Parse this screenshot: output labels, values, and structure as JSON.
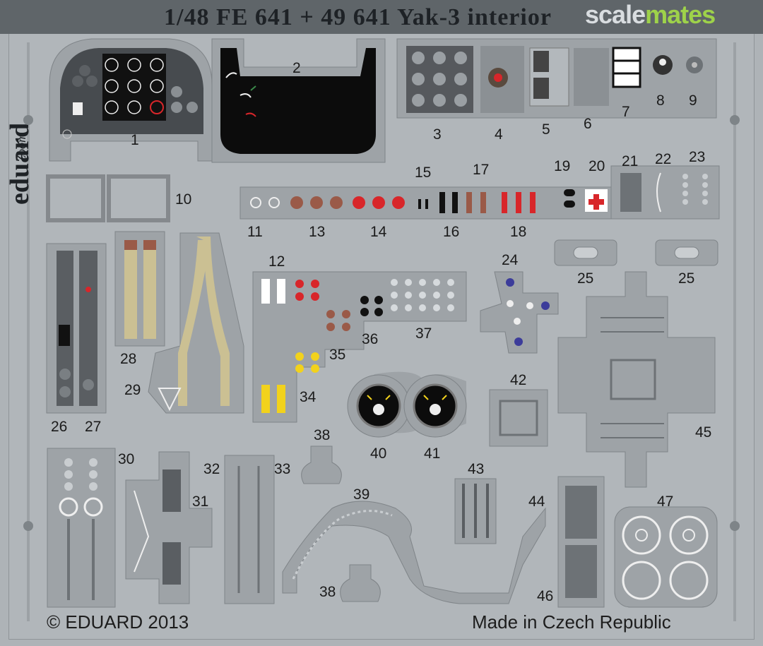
{
  "header": {
    "title": "1/48     FE 641  +  49 641   Yak-3 interior",
    "logo_part1": "scale",
    "logo_part2": "mates"
  },
  "brand": {
    "side_text": "eduard",
    "zoom_text": "Zoom"
  },
  "footer": {
    "copyright": "© EDUARD 2013",
    "made_in": "Made in Czech Republic"
  },
  "part_numbers": [
    "1",
    "2",
    "3",
    "4",
    "5",
    "6",
    "7",
    "8",
    "9",
    "10",
    "11",
    "12",
    "13",
    "14",
    "15",
    "16",
    "17",
    "18",
    "19",
    "20",
    "21",
    "22",
    "23",
    "24",
    "25",
    "25",
    "26",
    "27",
    "28",
    "29",
    "30",
    "31",
    "32",
    "33",
    "34",
    "35",
    "36",
    "37",
    "38",
    "38",
    "39",
    "40",
    "41",
    "42",
    "43",
    "44",
    "45",
    "46",
    "47"
  ],
  "colors": {
    "fret": "#aeb3b7",
    "part": "#9ea3a7",
    "panel_dark": "#45494d",
    "black": "#0f0f0f",
    "red": "#d8262a",
    "yellow": "#f2d21c",
    "tan": "#cbc093",
    "brown": "#9a5a48",
    "header": "#5f6569",
    "logo_green": "#9ed24a"
  }
}
